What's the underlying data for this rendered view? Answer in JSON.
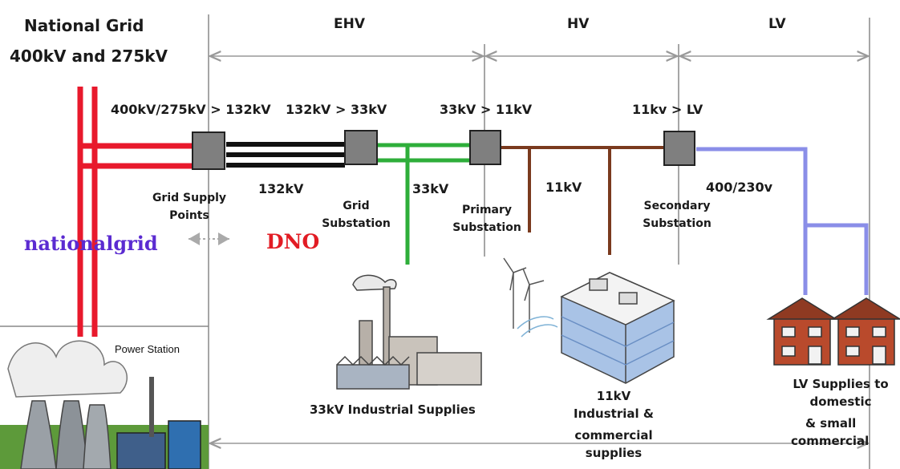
{
  "title": {
    "line1": "National Grid",
    "line2": "400kV and 275kV"
  },
  "zones": {
    "ehv": "EHV",
    "hv": "HV",
    "lv": "LV"
  },
  "transforms": {
    "t1": "400kV/275kV > 132kV",
    "t2": "132kV > 33kV",
    "t3": "33kV > 11kV",
    "t4": "11kv > LV"
  },
  "voltages": {
    "v132": "132kV",
    "v33": "33kV",
    "v11": "11kV",
    "v400": "400/230v"
  },
  "substations": {
    "gsp": [
      "Grid Supply",
      "Points"
    ],
    "grid": [
      "Grid",
      "Substation"
    ],
    "primary": [
      "Primary",
      "Substation"
    ],
    "secondary": [
      "Secondary",
      "Substation"
    ]
  },
  "brands": {
    "nationalgrid": "nationalgrid",
    "dno": "DNO"
  },
  "power_station": "Power Station",
  "supplies": {
    "industrial33": "33kV Industrial Supplies",
    "industrial11": [
      "11kV",
      "Industrial &",
      "commercial",
      "supplies"
    ],
    "lv": [
      "LV Supplies to",
      "domestic",
      "& small",
      "commercial"
    ]
  },
  "colors": {
    "national_grid_line": "#e8192c",
    "line_132": "#111111",
    "line_33": "#2eae3a",
    "line_11": "#7a3a1e",
    "line_lv": "#8a8ee8",
    "arrow": "#999999"
  }
}
